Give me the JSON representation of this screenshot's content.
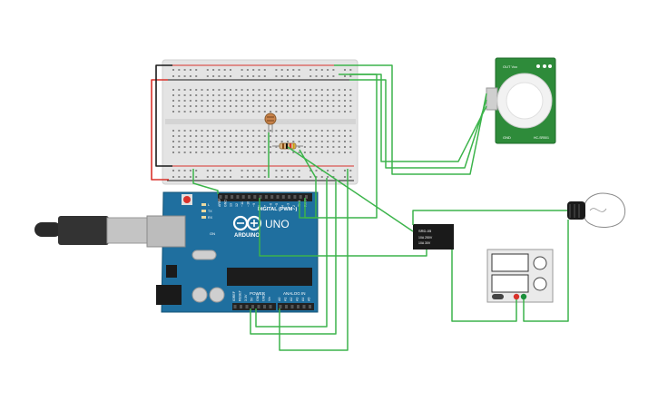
{
  "arduino": {
    "brand": "ARDUINO",
    "model": "UNO",
    "digital_label": "DIGITAL (PWM~)",
    "power_label": "POWER",
    "analog_label": "ANALOG IN",
    "pin_labels_top": [
      "AREF",
      "GND",
      "13",
      "12",
      "~11",
      "~10",
      "~9",
      "8",
      "7",
      "~6",
      "~5",
      "4",
      "~3",
      "2",
      "TX 1",
      "RX 0"
    ],
    "pin_labels_bottom_power": [
      "IOREF",
      "RESET",
      "3.3V",
      "5V",
      "GND",
      "GND",
      "Vin"
    ],
    "pin_labels_bottom_analog": [
      "A0",
      "A1",
      "A2",
      "A3",
      "A4",
      "A5"
    ],
    "led_labels": [
      "L",
      "TX",
      "RX"
    ],
    "on_label": "ON"
  },
  "pir": {
    "top_label": "OUT Vcc",
    "bottom_label": "GND",
    "side_label": "HC-SR501"
  },
  "relay": {
    "line1": "SRD-05",
    "line2": "10A 250V",
    "line3": "10A 30V"
  },
  "colors": {
    "wire": "#3cb44b",
    "power_wire": "#d9322b",
    "ground_wire": "#1a1a1a",
    "arduino_board": "#1f6f9f",
    "pir_board": "#2e8b3a",
    "breadboard": "#e3e3e3"
  }
}
